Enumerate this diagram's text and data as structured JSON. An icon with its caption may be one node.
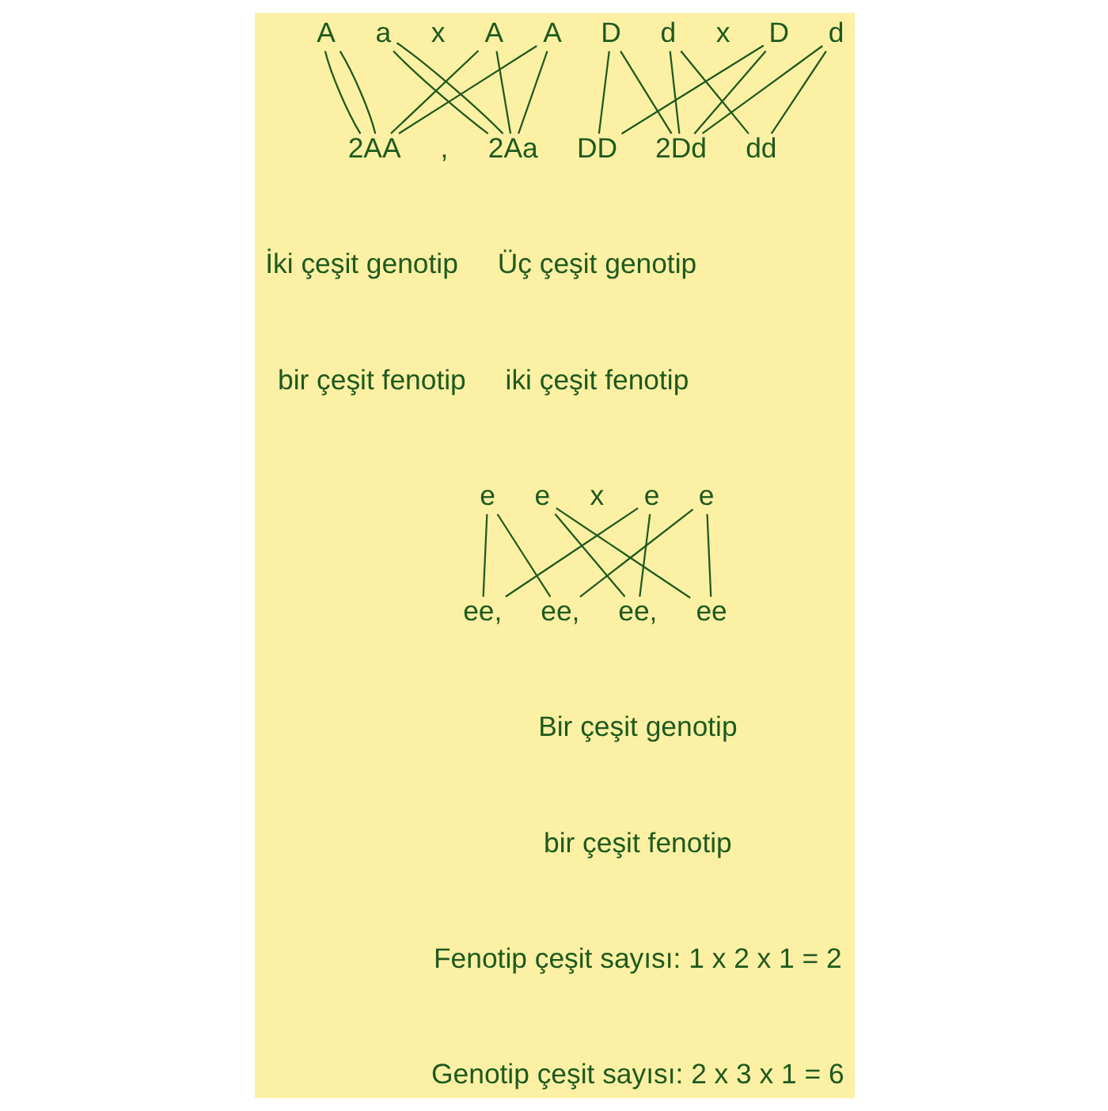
{
  "diagram": {
    "nodes": [
      {
        "text": [
          "A"
        ]
      },
      {
        "text": [
          "a"
        ]
      },
      {
        "text": [
          "A"
        ]
      },
      {
        "text": [
          "A"
        ]
      },
      {
        "text": [
          "2AA"
        ]
      },
      {
        "text": [
          "2Aa"
        ]
      },
      {
        "text": [
          "D"
        ]
      },
      {
        "text": [
          "d"
        ]
      },
      {
        "text": [
          "D"
        ]
      },
      {
        "text": [
          "d"
        ]
      },
      {
        "text": [
          "DD"
        ]
      },
      {
        "text": [
          "2Dd"
        ]
      },
      {
        "text": [
          "dd"
        ]
      },
      {
        "text": [
          "e"
        ]
      },
      {
        "text": [
          "e"
        ]
      },
      {
        "text": [
          "e"
        ]
      },
      {
        "text": [
          "e"
        ]
      },
      {
        "text": [
          "ee,"
        ]
      },
      {
        "text": [
          "ee,"
        ]
      },
      {
        "text": [
          "ee,"
        ]
      },
      {
        "text": [
          "ee"
        ]
      }
    ],
    "edges": [
      {
        "from": 0,
        "to": 4,
        "arrow": "none"
      },
      {
        "from": 0,
        "to": 4,
        "arrow": "none"
      },
      {
        "from": 1,
        "to": 5,
        "arrow": "none"
      },
      {
        "from": 1,
        "to": 5,
        "arrow": "none"
      },
      {
        "from": 2,
        "to": 4,
        "arrow": "none"
      },
      {
        "from": 2,
        "to": 5,
        "arrow": "none"
      },
      {
        "from": 3,
        "to": 4,
        "arrow": "none"
      },
      {
        "from": 3,
        "to": 5,
        "arrow": "none"
      },
      {
        "from": 6,
        "to": 10,
        "arrow": "none"
      },
      {
        "from": 6,
        "to": 11,
        "arrow": "none"
      },
      {
        "from": 7,
        "to": 11,
        "arrow": "none"
      },
      {
        "from": 7,
        "to": 12,
        "arrow": "none"
      },
      {
        "from": 8,
        "to": 10,
        "arrow": "none"
      },
      {
        "from": 8,
        "to": 11,
        "arrow": "none"
      },
      {
        "from": 9,
        "to": 11,
        "arrow": "none"
      },
      {
        "from": 9,
        "to": 12,
        "arrow": "none"
      },
      {
        "from": 13,
        "to": 17,
        "arrow": "none"
      },
      {
        "from": 13,
        "to": 18,
        "arrow": "none"
      },
      {
        "from": 14,
        "to": 19,
        "arrow": "none"
      },
      {
        "from": 14,
        "to": 20,
        "arrow": "none"
      },
      {
        "from": 15,
        "to": 17,
        "arrow": "none"
      },
      {
        "from": 15,
        "to": 19,
        "arrow": "none"
      },
      {
        "from": 16,
        "to": 18,
        "arrow": "none"
      },
      {
        "from": 16,
        "to": 20,
        "arrow": "none"
      }
    ],
    "labels": [
      "x",
      "x",
      ",",
      "İki çeşit genotip",
      "Üç çeşit genotip",
      "bir çeşit fenotip",
      "iki çeşit fenotip",
      "x",
      "Bir çeşit genotip",
      "bir çeşit fenotip",
      "Fenotip çeşit sayısı: 1 x 2 x 1 = 2",
      "Genotip çeşit sayısı: 2 x 3 x 1 = 6"
    ]
  }
}
